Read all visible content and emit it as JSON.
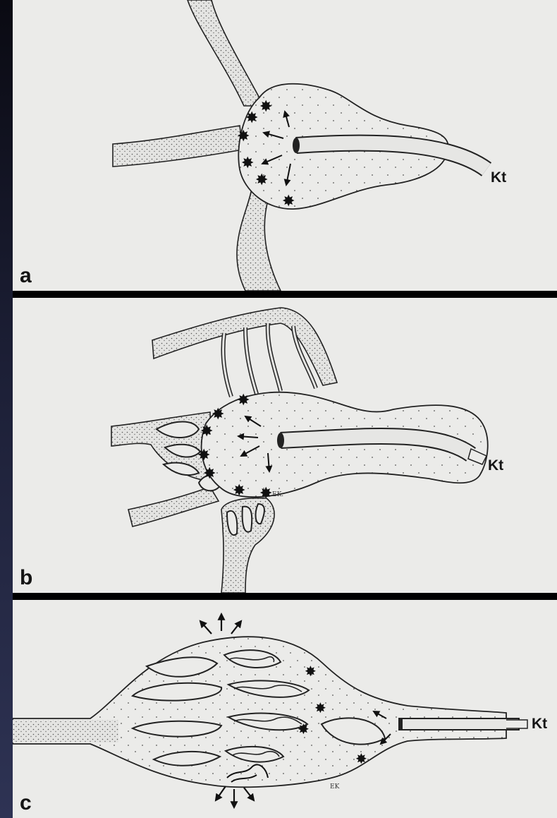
{
  "panels": [
    {
      "label": "a",
      "catheter_label": "Kt"
    },
    {
      "label": "b",
      "catheter_label": "Kt",
      "note": "EK."
    },
    {
      "label": "c",
      "catheter_label": "Kt",
      "note": "EK"
    }
  ]
}
